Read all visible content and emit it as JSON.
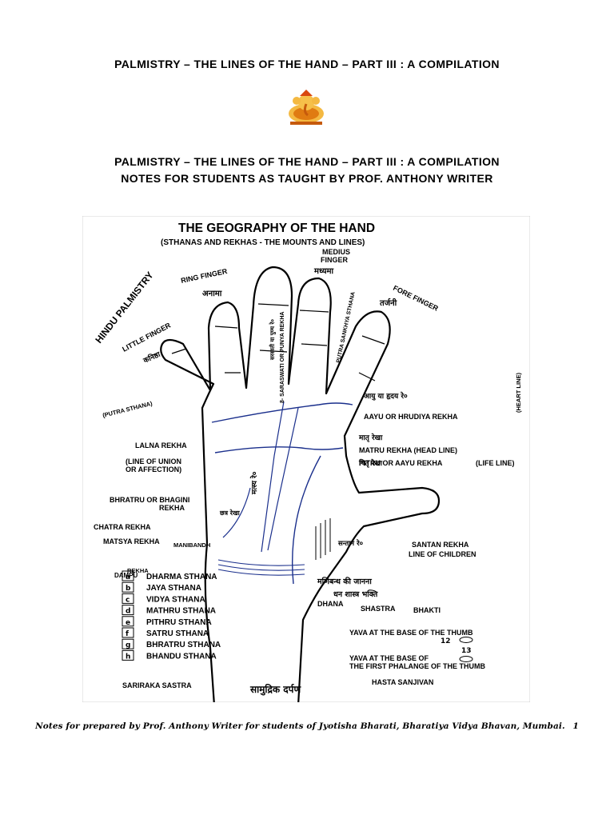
{
  "document": {
    "header_title": "PALMISTRY – THE LINES OF THE HAND – PART III : A COMPILATION",
    "subtitle_line1": "PALMISTRY – THE LINES OF THE HAND – PART III : A COMPILATION",
    "subtitle_line2": "NOTES FOR STUDENTS AS TAUGHT BY PROF. ANTHONY WRITER",
    "footer_note": "Notes for prepared by Prof. Anthony Writer for students of Jyotisha Bharati, Bharatiya Vidya Bhavan, Mumbai.",
    "page_number": "1"
  },
  "figure": {
    "title": "THE GEOGRAPHY OF THE HAND",
    "subtitle": "(STHANAS AND REKHAS - THE MOUNTS AND LINES)",
    "side_title": "HINDU PALMISTRY",
    "fingers": {
      "little": "LITTLE FINGER",
      "little_hi": "कनिष्ठा",
      "ring": "RING FINGER",
      "ring_hi": "अनामा",
      "medius_1": "MEDIUS",
      "medius_2": "FINGER",
      "medius_hi": "मध्यमा",
      "fore": "FORE FINGER",
      "fore_hi": "तर्जनी"
    },
    "lines": {
      "saraswati": "8- SARASWATI OR PUNYA REKHA",
      "putra_sankhya": "PUTRA SANKHYA STHANA",
      "aayu": "AAYU OR HRUDIYA REKHA",
      "heart_line": "(HEART LINE)",
      "matru": "MATRU REKHA (HEAD LINE)",
      "pitru": "PITRU OR AAYU REKHA",
      "life_line": "(LIFE LINE)",
      "putra_sthana": "(PUTRA STHANA)",
      "lalna": "LALNA REKHA",
      "union_1": "(LINE OF UNION",
      "union_2": "OR AFFECTION)",
      "bhratru_1": "BHRATRU OR BHAGINI",
      "bhratru_2": "REKHA",
      "chatra": "CHATRA REKHA",
      "matsya": "MATSYA REKHA",
      "manibandh": "MANIBANDH",
      "dampu": "DAMPU",
      "rekha": "REKHA",
      "santan_1": "SANTAN REKHA",
      "santan_2": "LINE OF CHILDREN"
    },
    "sthanas": [
      {
        "key": "a",
        "name": "DHARMA STHANA"
      },
      {
        "key": "b",
        "name": "JAYA STHANA"
      },
      {
        "key": "c",
        "name": "VIDYA STHANA"
      },
      {
        "key": "d",
        "name": "MATHRU STHANA"
      },
      {
        "key": "e",
        "name": "PITHRU STHANA"
      },
      {
        "key": "f",
        "name": "SATRU STHANA"
      },
      {
        "key": "g",
        "name": "BHRATRU STHANA"
      },
      {
        "key": "h",
        "name": "BHANDU STHANA"
      }
    ],
    "wrist": {
      "hindi": "मणिबन्ध की जानना",
      "hindi_2": "धन शास्त्र भक्ति",
      "dhana": "DHANA",
      "shastra": "SHASTRA",
      "bhakti": "BHAKTI"
    },
    "thumb": {
      "yava_base_1": "YAVA AT THE BASE OF THE THUMB",
      "yava_num_1": "12",
      "yava_phal_1": "YAVA AT THE BASE OF",
      "yava_phal_2": "THE FIRST PHALANGE OF THE THUMB",
      "yava_num_2": "13"
    },
    "bottom": {
      "sariraka": "SARIRAKA SASTRA",
      "samudrik": "सामुद्रिक दर्पण",
      "hasta": "HASTA SANJIVAN"
    },
    "hindi_notes": {
      "aayu_hi": "आयु या हृदय रे०",
      "matru_hi": "मातृ रेखा",
      "pitru_hi": "पितृ रेखा",
      "saraswati_hi": "सरस्वती या पुण्य रे०",
      "matsya_hi": "मत्स्य रे०",
      "chatra_hi": "छत्र रेखा",
      "santan_hi": "सन्तान रे०"
    }
  },
  "colors": {
    "ink": "#000000",
    "pen": "#1a2f8c",
    "paper": "#ffffff",
    "emblem": "#e8a317"
  }
}
